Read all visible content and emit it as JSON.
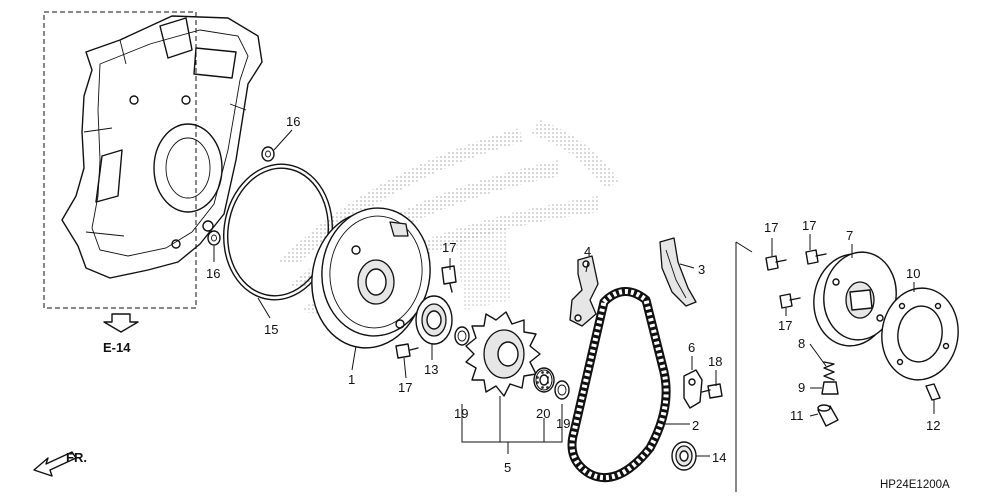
{
  "callouts": {
    "c1": "1",
    "c2": "2",
    "c3": "3",
    "c4": "4",
    "c5": "5",
    "c6": "6",
    "c7": "7",
    "c8": "8",
    "c9": "9",
    "c10": "10",
    "c11": "11",
    "c12": "12",
    "c13": "13",
    "c14": "14",
    "c15": "15",
    "c16a": "16",
    "c16b": "16",
    "c17a": "17",
    "c17b": "17",
    "c17c": "17",
    "c17d": "17",
    "c17e": "17",
    "c18": "18",
    "c19a": "19",
    "c19b": "19",
    "c20": "20"
  },
  "reference": "E-14",
  "direction": "FR.",
  "drawing_code": "HP24E1200A",
  "colors": {
    "line": "#111111",
    "shade": "#9a9a9a",
    "background": "#ffffff"
  }
}
